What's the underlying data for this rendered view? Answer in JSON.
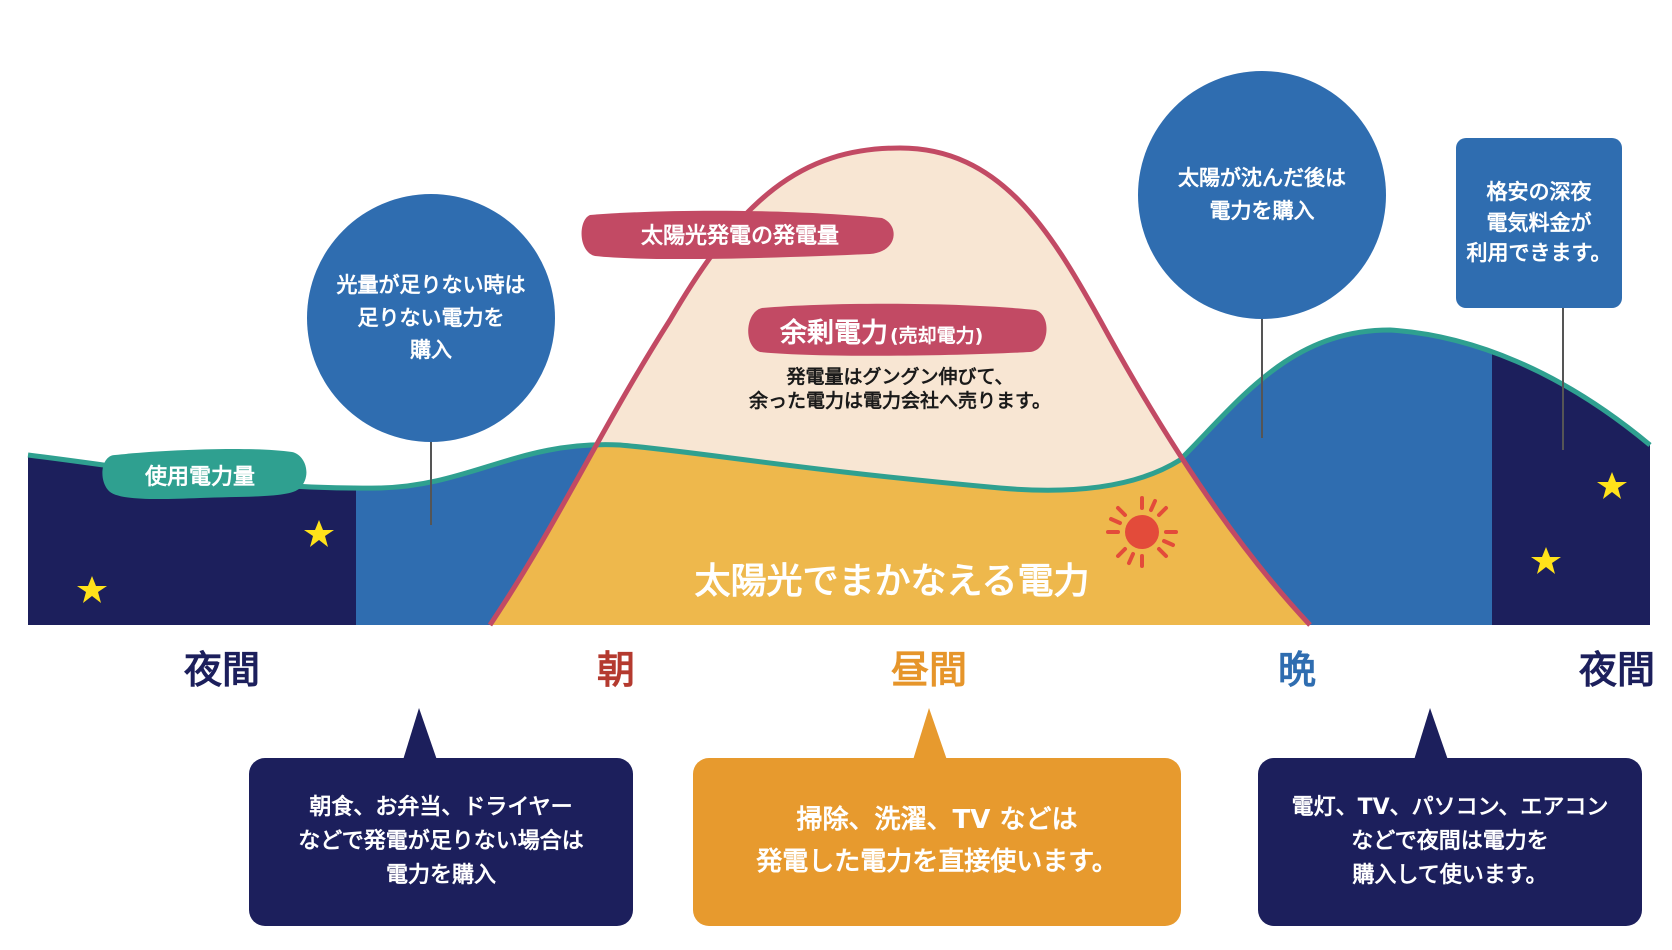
{
  "colors": {
    "night": "#1c1f5c",
    "evening": "#2f6db0",
    "solar": "#eeb84c",
    "surplus": "#f8e6d3",
    "generation_line": "#c24a64",
    "usage_line": "#2fa090",
    "orange_box": "#e79a2e",
    "sun": "#e34b3a",
    "star": "#ffe21a",
    "label_night": "#1c1f5c",
    "label_morning": "#b43a2f",
    "label_noon": "#e6952a",
    "label_evening": "#2f6db0"
  },
  "labels": {
    "usage": "使用電力量",
    "generation": "太陽光発電の発電量",
    "surplus_title": "余剰電力",
    "surplus_sub": "(売却電力)",
    "surplus_desc1": "発電量はグングン伸びて、",
    "surplus_desc2": "余った電力は電力会社へ売ります。",
    "solar_cover": "太陽光でまかなえる電力"
  },
  "callouts": {
    "low_light": [
      "光量が足りない時は",
      "足りない電力を",
      "購入"
    ],
    "after_sunset": [
      "太陽が沈んだ後は",
      "電力を購入"
    ],
    "night_rate": [
      "格安の深夜",
      "電気料金が",
      "利用できます。"
    ]
  },
  "time_labels": {
    "night1": "夜間",
    "morning": "朝",
    "noon": "昼間",
    "evening": "晩",
    "night2": "夜間"
  },
  "bottom_boxes": {
    "morning": [
      "朝食、お弁当、ドライヤー",
      "などで発電が足りない場合は",
      "電力を購入"
    ],
    "noon": [
      "掃除、洗濯、TV などは",
      "発電した電力を直接使います。"
    ],
    "evening": [
      "電灯、TV、パソコン、エアコン",
      "などで夜間は電力を",
      "購入して使います。"
    ]
  },
  "icons": {
    "sun": "sun-icon",
    "star": "star-icon"
  }
}
